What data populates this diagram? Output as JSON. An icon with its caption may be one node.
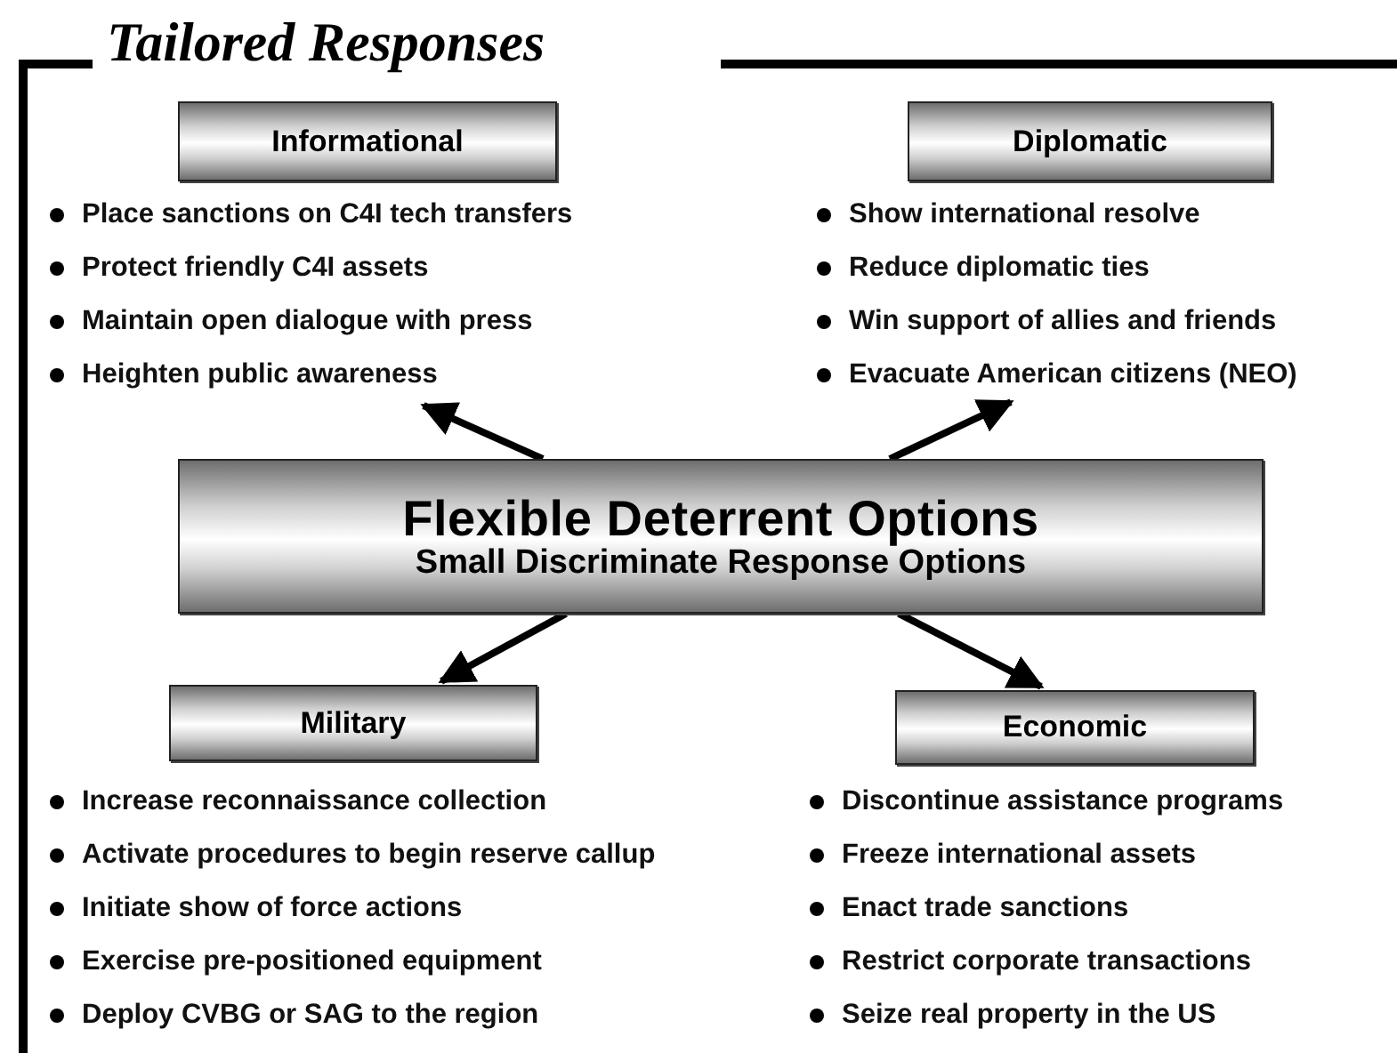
{
  "diagram": {
    "title": "Tailored Responses",
    "nodes": [
      {
        "text": [
          "Flexible Deterrent Options",
          "Small Discriminate Response Options"
        ]
      },
      {
        "text": [
          "Informational"
        ]
      },
      {
        "text": [
          "Place sanctions on C4I tech transfers",
          "Protect friendly C4I assets",
          "Maintain open dialogue with press",
          "Heighten public awareness"
        ]
      },
      {
        "text": [
          "Diplomatic"
        ]
      },
      {
        "text": [
          "Show international resolve",
          "Reduce diplomatic ties",
          "Win support of allies and friends",
          "Evacuate American citizens (NEO)"
        ]
      },
      {
        "text": [
          "Military"
        ]
      },
      {
        "text": [
          "Increase reconnaissance collection",
          "Activate procedures to begin reserve callup",
          "Initiate show of force actions",
          "Exercise pre-positioned equipment",
          "Deploy CVBG or SAG to the region"
        ]
      },
      {
        "text": [
          "Economic"
        ]
      },
      {
        "text": [
          "Discontinue assistance programs",
          "Freeze international assets",
          "Enact trade sanctions",
          "Restrict corporate transactions",
          "Seize real property in the US"
        ]
      }
    ],
    "edges": [
      {
        "from": 0,
        "to": 2,
        "arrow": "to"
      },
      {
        "from": 0,
        "to": 4,
        "arrow": "to"
      },
      {
        "from": 0,
        "to": 5,
        "arrow": "to"
      },
      {
        "from": 0,
        "to": 7,
        "arrow": "to"
      }
    ]
  }
}
